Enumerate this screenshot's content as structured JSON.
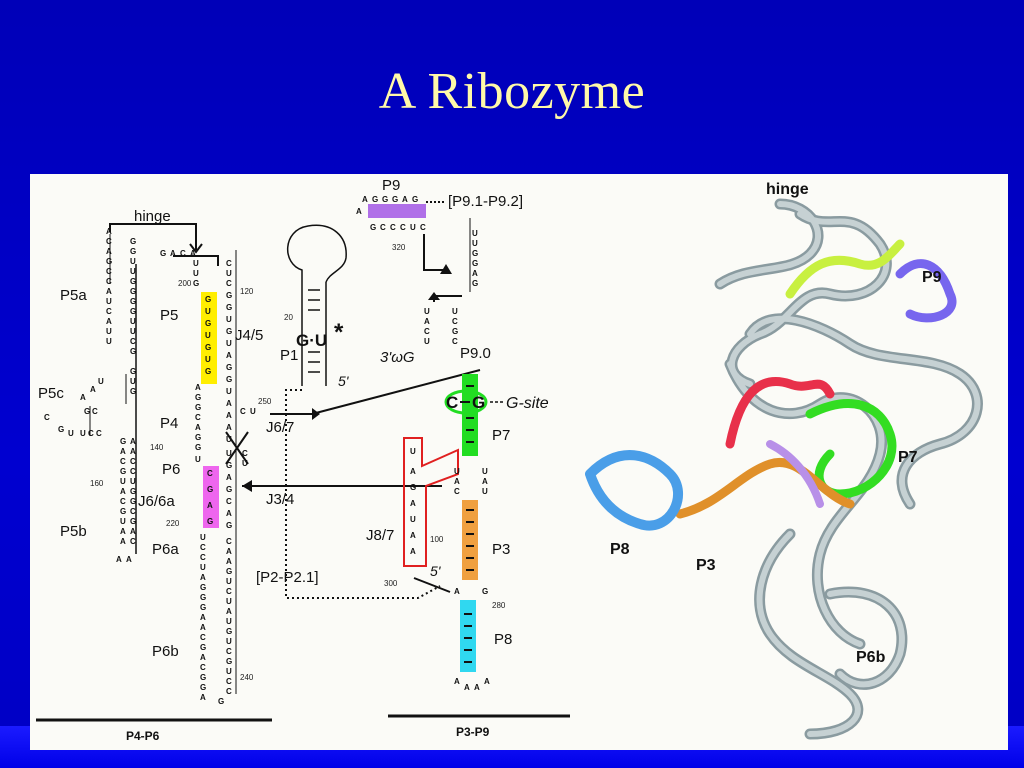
{
  "slide": {
    "title": "A Ribozyme",
    "colors": {
      "background": "#0000c8",
      "title": "#fff9a8"
    }
  },
  "secondary_structure": {
    "labels": {
      "hinge": "hinge",
      "p5a": "P5a",
      "p5": "P5",
      "j45": "J4/5",
      "p5c": "P5c",
      "p4": "P4",
      "p6": "P6",
      "j66a": "J6/6a",
      "p5b": "P5b",
      "p6a": "P6a",
      "p6b": "P6b",
      "p1": "P1",
      "gu": "G·U",
      "star": "*",
      "five_prime_p1": "5'",
      "j67": "J6/7",
      "j34": "J3/4",
      "j87": "J8/7",
      "p2": "[P2-P2.1]",
      "p9": "P9",
      "p912": "[P9.1-P9.2]",
      "three_prime": "3'ωG",
      "p90": "P9.0",
      "cg_c": "C",
      "cg_g": "G",
      "gsite": "G-site",
      "p7": "P7",
      "p3": "P3",
      "five_prime_p3": "5'",
      "p8": "P8",
      "domain_p4p6": "P4-P6",
      "domain_p3p9": "P3-P9"
    },
    "numbers": {
      "n120": "120",
      "n200": "200",
      "n250": "250",
      "n140": "140",
      "n160": "160",
      "n220": "220",
      "n240": "240",
      "n320": "320",
      "n20": "20",
      "n100": "100",
      "n300": "300",
      "n280": "280"
    },
    "colors": {
      "p5": "#ffee00",
      "p6": "#ee66ee",
      "p9": "#b070e8",
      "p7": "#22dd22",
      "p3": "#f0a040",
      "p8": "#30d8f0",
      "j87": "#e02020"
    }
  },
  "tertiary_structure": {
    "labels": {
      "hinge": "hinge",
      "p9": "P9",
      "p7": "P7",
      "p8": "P8",
      "p3": "P3",
      "p6b": "P6b"
    },
    "colors": {
      "backbone": "#a7b6ba",
      "hinge": "#c8f040",
      "p9": "#7766ee",
      "j87": "#e8304a",
      "p7": "#33dd22",
      "p3": "#e0902a",
      "p8": "#4a9ee8",
      "p3p8": "#b890e8"
    }
  }
}
